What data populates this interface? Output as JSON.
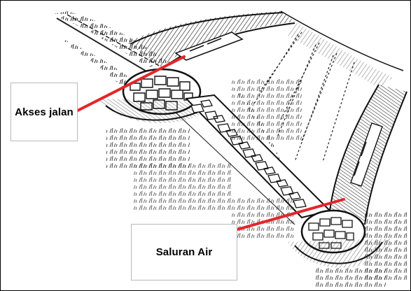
{
  "labels": {
    "akses_jalan": "Akses jalan",
    "saluran_air": "Saluran Air"
  },
  "colors": {
    "arrow": "#e3262b",
    "ink": "#111111",
    "paper": "#ffffff",
    "frame": "#000000"
  },
  "icons": [
    "arrow-akses-jalan",
    "arrow-saluran-air"
  ]
}
